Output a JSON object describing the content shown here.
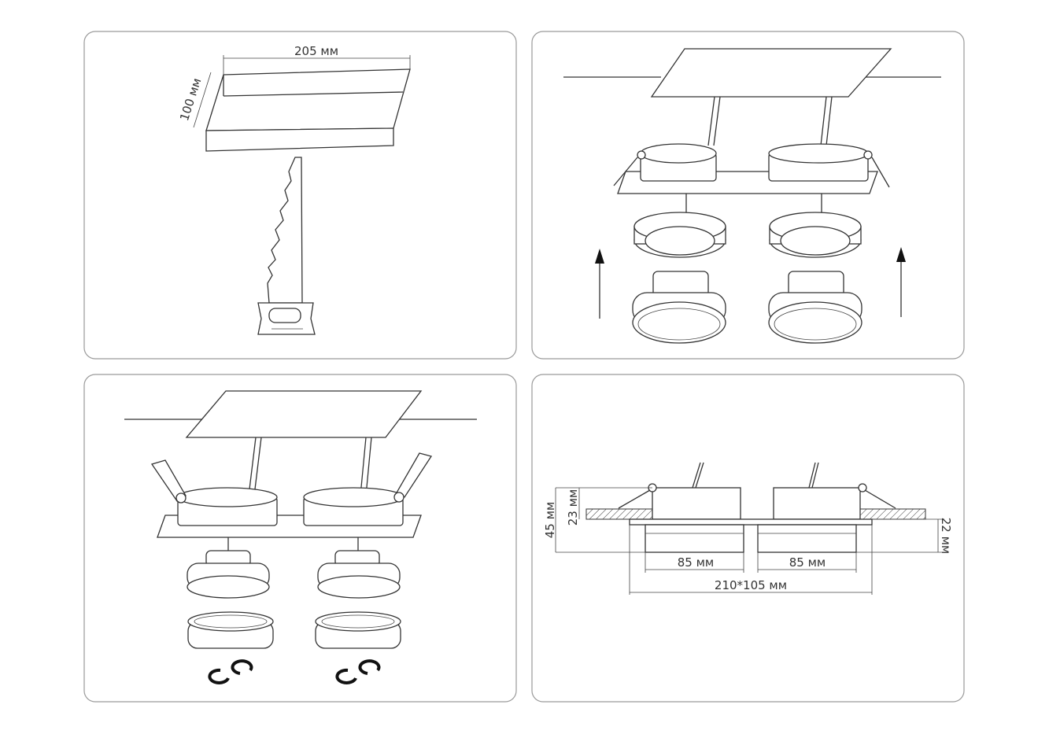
{
  "panels": [
    {
      "step": "cut-hole",
      "dimensions": {
        "width": "205 мм",
        "depth": "100 мм"
      }
    },
    {
      "step": "mount-frame-and-insert"
    },
    {
      "step": "spring-clips-and-twist-lock"
    },
    {
      "step": "dimensions",
      "dimensions": {
        "total_height": "45 мм",
        "recess_height": "23 мм",
        "visible_height": "22 мм",
        "lamp_left": "85 мм",
        "lamp_right": "85 мм",
        "frame_size": "210*105 мм"
      }
    }
  ],
  "colors": {
    "line": "#333333",
    "border": "#9a9a9a"
  }
}
